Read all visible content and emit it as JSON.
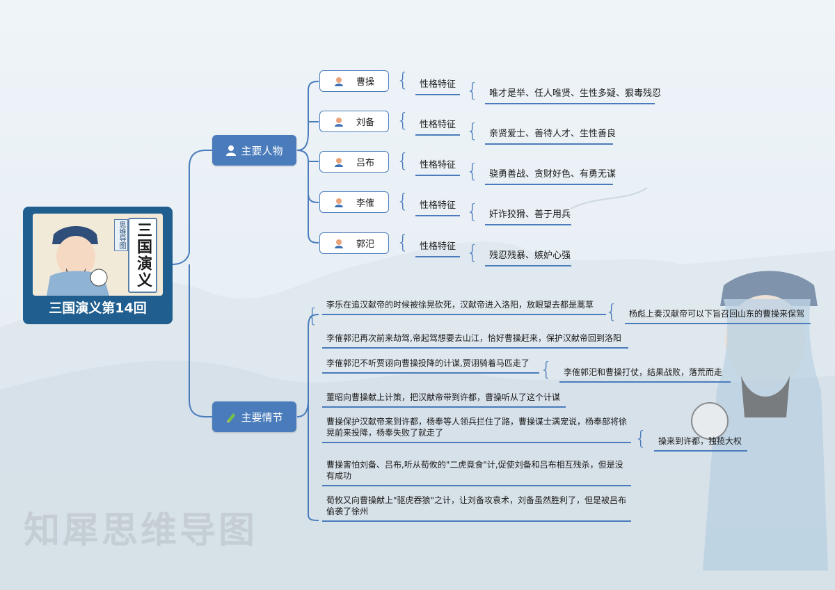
{
  "cover": {
    "title": "三国演义第14回",
    "book_title": "三国演义",
    "tag": "思维导图"
  },
  "branches": {
    "characters_label": "主要人物",
    "plot_label": "主要情节"
  },
  "characters": [
    {
      "name": "曹操",
      "trait_label": "性格特征",
      "trait": "唯才是举、任人唯贤、生性多疑、狠毒残忍"
    },
    {
      "name": "刘备",
      "trait_label": "性格特征",
      "trait": "亲贤爱士、善待人才、生性善良"
    },
    {
      "name": "吕布",
      "trait_label": "性格特征",
      "trait": "骁勇善战、贪财好色、有勇无谋"
    },
    {
      "name": "李傕",
      "trait_label": "性格特征",
      "trait": "奸诈狡猾、善于用兵"
    },
    {
      "name": "郭汜",
      "trait_label": "性格特征",
      "trait": "残忍残暴、嫉妒心强"
    }
  ],
  "plots": [
    {
      "text": "李乐在追汉献帝的时候被徐晃砍死，汉献帝进入洛阳，放眼望去都是蒿草"
    },
    {
      "text": "李傕郭汜再次前来劫驾,帝起驾想要去山江，恰好曹操赶来，保护汉献帝回到洛阳"
    },
    {
      "text": "李傕郭汜不听贾诩向曹操投降的计谋,贾诩骑着马匹走了"
    },
    {
      "text": "董昭向曹操献上计策，把汉献帝带到许都，曹操听从了这个计谋"
    },
    {
      "text": "曹操保护汉献帝来到许都，杨奉等人领兵拦住了路，曹操谋士满宠说，杨奉部将徐晃前来投降，杨奉失败了就走了"
    },
    {
      "text": "曹操害怕刘备、吕布,听从荀攸的\"二虎竟食\"计,促使刘备和吕布相互残杀，但是没有成功"
    },
    {
      "text": "荀攸又向曹操献上\"驱虎吞狼\"之计，让刘备攻袁术，刘备虽然胜利了，但是被吕布偷袭了徐州"
    }
  ],
  "plot_subs": [
    {
      "text": "杨彪上奏汉献帝可以下旨召回山东的曹操来保驾"
    },
    {
      "text": "李傕郭汜和曹操打仗，结果战败，落荒而走"
    },
    {
      "text": "操来到许都，独揽大权"
    }
  ],
  "watermark": "知犀思维导图",
  "colors": {
    "accent": "#4a7cbc",
    "cover_bg": "#1f5e8f"
  }
}
